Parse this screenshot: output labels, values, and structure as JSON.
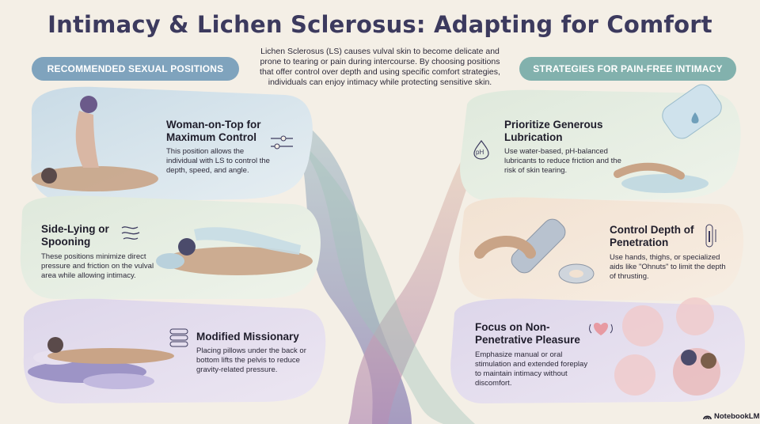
{
  "title": "Intimacy & Lichen Sclerosus: Adapting for Comfort",
  "intro": "Lichen Sclerosus (LS) causes vulval skin to become delicate and prone to tearing or pain during intercourse. By choosing positions that offer control over depth and using specific comfort strategies, individuals can enjoy intimacy while protecting sensitive skin.",
  "left_header": "RECOMMENDED SEXUAL POSITIONS",
  "right_header": "STRATEGIES FOR PAIN-FREE INTIMACY",
  "positions": [
    {
      "title": "Woman-on-Top for Maximum Control",
      "text": "This position allows the individual with LS to control the depth, speed, and angle.",
      "icon": "sliders-icon"
    },
    {
      "title": "Side-Lying or Spooning",
      "text": "These positions minimize direct pressure and friction on the vulval area while allowing intimacy.",
      "icon": "wind-icon"
    },
    {
      "title": "Modified Missionary",
      "text": "Placing pillows under the back or bottom lifts the pelvis to reduce gravity-related pressure.",
      "icon": "pillow-stack-icon"
    }
  ],
  "strategies": [
    {
      "title": "Prioritize Generous Lubrication",
      "text": "Use water-based, pH-balanced lubricants to reduce friction and the risk of skin tearing.",
      "icon": "ph-drop-icon",
      "icon_label": "pH"
    },
    {
      "title": "Control Depth of Penetration",
      "text": "Use hands, thighs, or specialized aids like \"Ohnuts\" to limit the depth of thrusting.",
      "icon": "depth-gauge-icon"
    },
    {
      "title": "Focus on Non-Penetrative Pleasure",
      "text": "Emphasize manual or oral stimulation and extended foreplay to maintain intimacy without discomfort.",
      "icon": "heart-icon"
    }
  ],
  "brand": "NotebookLM",
  "colors": {
    "title": "#3c3a5e",
    "left_pill": "#7fa3bd",
    "right_pill": "#82b1ad",
    "background": "#f4efe6"
  }
}
